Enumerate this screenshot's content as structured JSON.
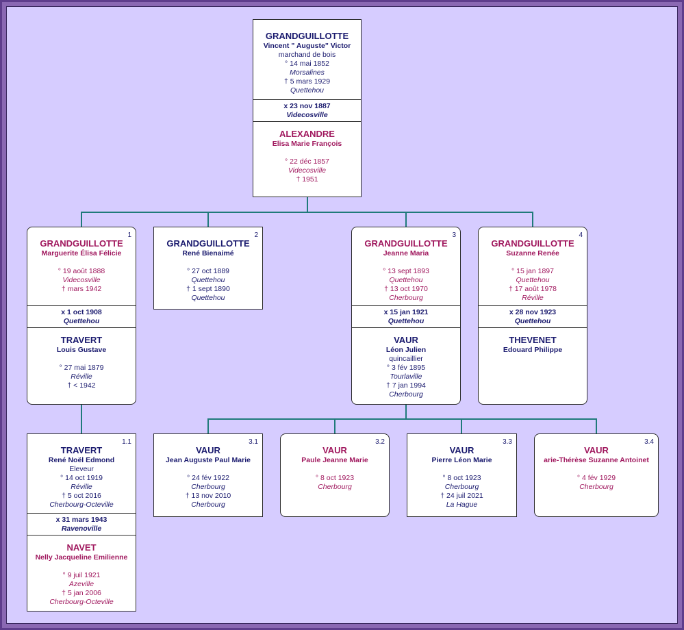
{
  "root": {
    "husband": {
      "surname": "GRANDGUILLOTTE",
      "given": "Vincent \" Auguste\" Victor",
      "occupation": "marchand de bois",
      "birth": "° 14 mai 1852",
      "birth_place": "Morsalines",
      "death": "† 5 mars 1929",
      "death_place": "Quettehou"
    },
    "marriage": {
      "date": "x 23 nov 1887",
      "place": "Videcosville"
    },
    "wife": {
      "surname": "ALEXANDRE",
      "given": "Elisa Marie François",
      "birth": "° 22 déc 1857",
      "birth_place": "Videcosville",
      "death": "† 1951"
    }
  },
  "children": [
    {
      "num": "1",
      "surname": "GRANDGUILLOTTE",
      "given": "Marguerite Élisa Félicie",
      "birth": "° 19 août 1888",
      "birth_place": "Videcosville",
      "death": "† mars 1942",
      "marriage": {
        "date": "x 1 oct 1908",
        "place": "Quettehou"
      },
      "spouse": {
        "surname": "TRAVERT",
        "given": "Louis Gustave",
        "birth": "° 27 mai 1879",
        "birth_place": "Réville",
        "death": "† < 1942"
      }
    },
    {
      "num": "2",
      "surname": "GRANDGUILLOTTE",
      "given": "René Bienaimé",
      "birth": "° 27 oct 1889",
      "birth_place": "Quettehou",
      "death": "† 1 sept 1890",
      "death_place": "Quettehou"
    },
    {
      "num": "3",
      "surname": "GRANDGUILLOTTE",
      "given": "Jeanne Maria",
      "birth": "° 13 sept 1893",
      "birth_place": "Quettehou",
      "death": "† 13 oct 1970",
      "death_place": "Cherbourg",
      "marriage": {
        "date": "x 15 jan 1921",
        "place": "Quettehou"
      },
      "spouse": {
        "surname": "VAUR",
        "given": "Léon Julien",
        "occupation": "quincaillier",
        "birth": "° 3 fév 1895",
        "birth_place": "Tourlaville",
        "death": "† 7 jan 1994",
        "death_place": "Cherbourg"
      }
    },
    {
      "num": "4",
      "surname": "GRANDGUILLOTTE",
      "given": "Suzanne Renée",
      "birth": "° 15 jan 1897",
      "birth_place": "Quettehou",
      "death": "† 17 août 1978",
      "death_place": "Réville",
      "marriage": {
        "date": "x 28 nov 1923",
        "place": "Quettehou"
      },
      "spouse": {
        "surname": "THEVENET",
        "given": "Edouard Philippe"
      }
    }
  ],
  "grandchildren": [
    {
      "num": "1.1",
      "surname": "TRAVERT",
      "given": "René Noël Edmond",
      "occupation": "Eleveur",
      "birth": "° 14 oct 1919",
      "birth_place": "Réville",
      "death": "† 5 oct 2016",
      "death_place": "Cherbourg-Octeville",
      "marriage": {
        "date": "x 31 mars 1943",
        "place": "Ravenoville"
      },
      "spouse": {
        "surname": "NAVET",
        "given": "Nelly Jacqueline Emilienne",
        "birth": "° 9 juil 1921",
        "birth_place": "Azeville",
        "death": "† 5 jan 2006",
        "death_place": "Cherbourg-Octeville"
      }
    },
    {
      "num": "3.1",
      "surname": "VAUR",
      "given": "Jean Auguste Paul Marie",
      "birth": "° 24 fév 1922",
      "birth_place": "Cherbourg",
      "death": "† 13 nov 2010",
      "death_place": "Cherbourg"
    },
    {
      "num": "3.2",
      "surname": "VAUR",
      "given": "Paule Jeanne Marie",
      "birth": "° 8 oct 1923",
      "birth_place": "Cherbourg"
    },
    {
      "num": "3.3",
      "surname": "VAUR",
      "given": "Pierre Léon Marie",
      "birth": "° 8 oct 1923",
      "birth_place": "Cherbourg",
      "death": "† 24 juil 2021",
      "death_place": "La Hague"
    },
    {
      "num": "3.4",
      "surname": "VAUR",
      "given": "arie-Thérèse Suzanne Antoinet",
      "birth": "° 4 fév 1929",
      "birth_place": "Cherbourg"
    }
  ]
}
